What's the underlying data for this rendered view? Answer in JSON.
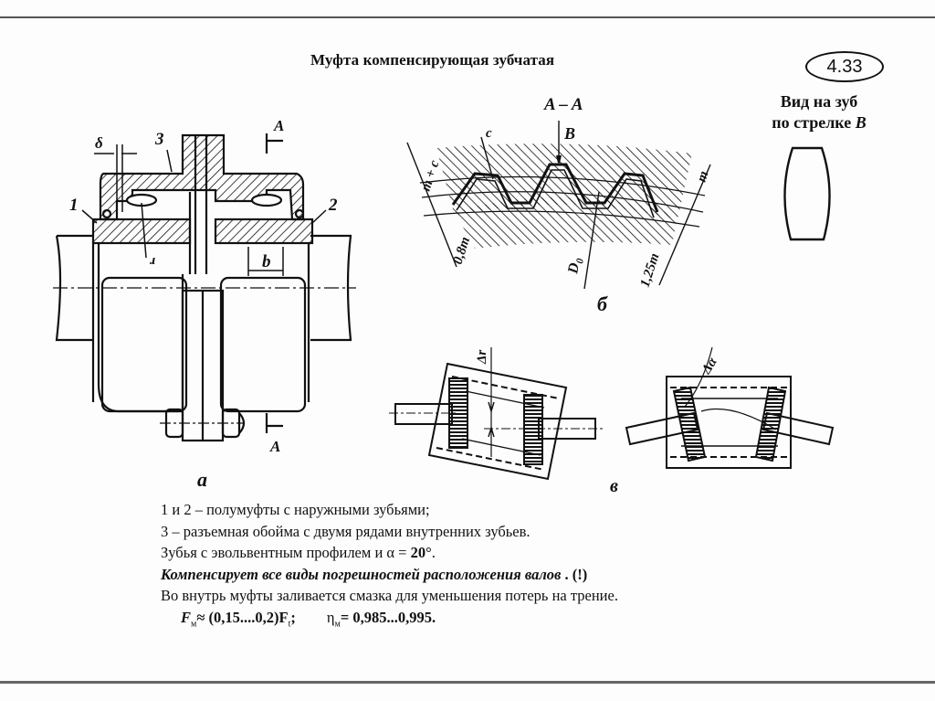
{
  "slide": {
    "title": "Муфта компенсирующая зубчатая",
    "number": "4.33"
  },
  "drawing_a": {
    "caption": "а",
    "labels": {
      "part1": "1",
      "part2": "2",
      "part3": "3",
      "delta": "δ",
      "b": "b",
      "r": "r",
      "section_top": "A",
      "section_bottom": "A"
    }
  },
  "drawing_b": {
    "caption": "б",
    "section_title": "A – A",
    "labels": {
      "c": "c",
      "B": "B",
      "m_plus_c": "m + c",
      "m": "m",
      "m08": "0,8m",
      "D0": "D",
      "D0_sub": "0",
      "m125": "1,25m"
    }
  },
  "tooth_view": {
    "line1": "Вид на зуб",
    "line2": "по стрелке",
    "arrow": "B"
  },
  "drawing_v": {
    "caption": "в",
    "labels": {
      "radial": "Δr",
      "angular": "Δα"
    }
  },
  "notes": {
    "line1": "1 и 2 – полумуфты с наружными зубьями;",
    "line2": "3 – разъемная обойма с двумя рядами внутренних зубьев.",
    "line3_pre": "Зубья с эвольвентным профилем и α = ",
    "line3_val": "20°",
    "line3_post": ".",
    "line4_em": "Компенсирует все виды погрешностей расположения валов",
    "line4_tail": " . (!)",
    "line5": "Во внутрь муфты заливается смазка для уменьшения потерь на трение.",
    "formula_F": "F",
    "formula_F_sub": "м",
    "formula_F_rest": "≈ (0,15....0,2)F",
    "formula_Ft_sub": "t",
    "formula_F_end": ";",
    "formula_eta": "η",
    "formula_eta_sub": "м",
    "formula_eta_rest": "= 0,985...0,995."
  }
}
